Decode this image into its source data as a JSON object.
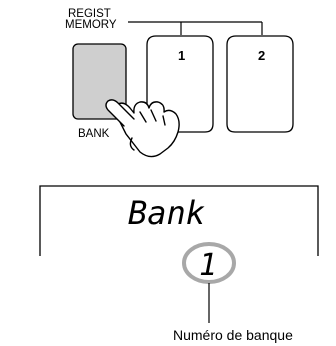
{
  "panel": {
    "regist_memory_line1": "REGIST",
    "regist_memory_line2": "MEMORY",
    "bank_label": "BANK",
    "button_1_label": "1",
    "button_2_label": "2",
    "bank_button_color": "#cfcfcf"
  },
  "display": {
    "text": "Bank",
    "bank_number": "1",
    "highlight_color": "#a8a8a8"
  },
  "callout": {
    "text": "Numéro de banque"
  },
  "icons": {
    "hand": "pointing-hand-icon"
  }
}
